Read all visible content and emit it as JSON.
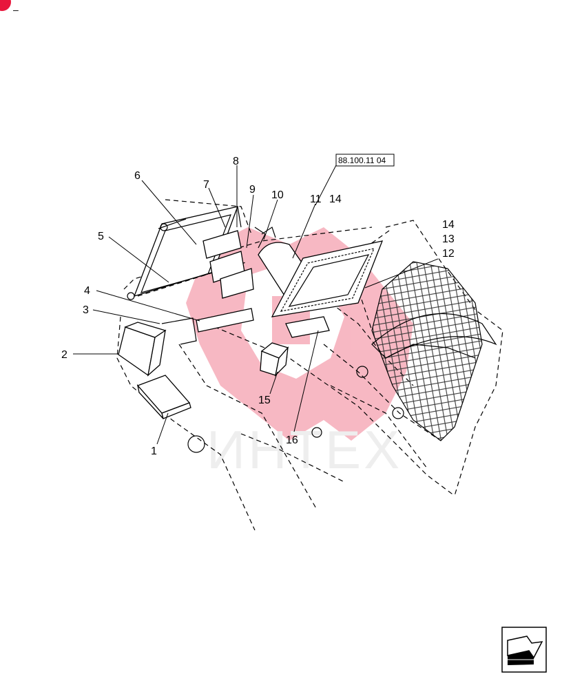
{
  "corner_mark": "–",
  "reference_box": "88.100.11 04",
  "watermark_text": "ИНТЕХ",
  "watermark_color": "#e8163c",
  "callouts": {
    "c1": "1",
    "c2": "2",
    "c3": "3",
    "c4": "4",
    "c5": "5",
    "c6": "6",
    "c7": "7",
    "c8": "8",
    "c9": "9",
    "c10": "10",
    "c11": "11",
    "c14a": "14",
    "c14b": "14",
    "c13": "13",
    "c12": "12",
    "c15": "15",
    "c16": "16"
  },
  "nav_icon": "next-page-arrow-icon"
}
